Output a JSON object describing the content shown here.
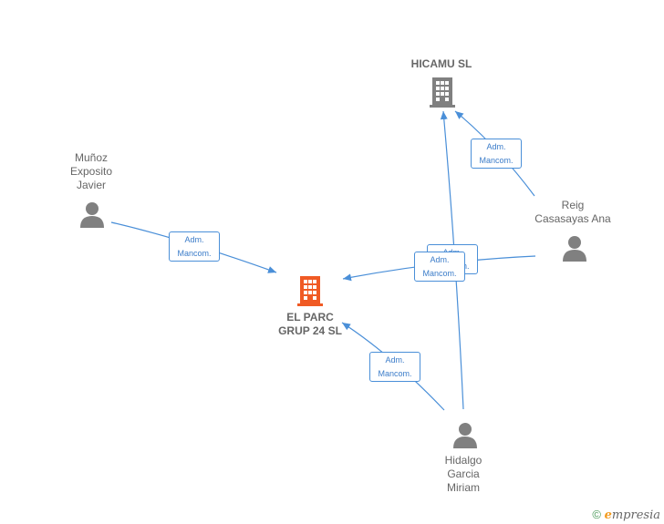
{
  "nodes": {
    "hicamu": {
      "lines": [
        "HICAMU  SL"
      ],
      "color": "#808080"
    },
    "el_parc": {
      "lines": [
        "EL PARC",
        "GRUP 24  SL"
      ],
      "color": "#f05a24"
    },
    "munoz": {
      "lines": [
        "Muñoz",
        "Exposito",
        "Javier"
      ]
    },
    "reig": {
      "lines": [
        "Reig",
        "Casasayas Ana"
      ]
    },
    "hidalgo": {
      "lines": [
        "Hidalgo",
        "Garcia",
        "Miriam"
      ]
    }
  },
  "edge_label": {
    "line1": "Adm.",
    "line2": "Mancom."
  },
  "colors": {
    "edge": "#4a8fd8",
    "person": "#808080"
  },
  "footer": {
    "copyright": "©",
    "brand_e": "e",
    "brand_rest": "mpresia"
  }
}
